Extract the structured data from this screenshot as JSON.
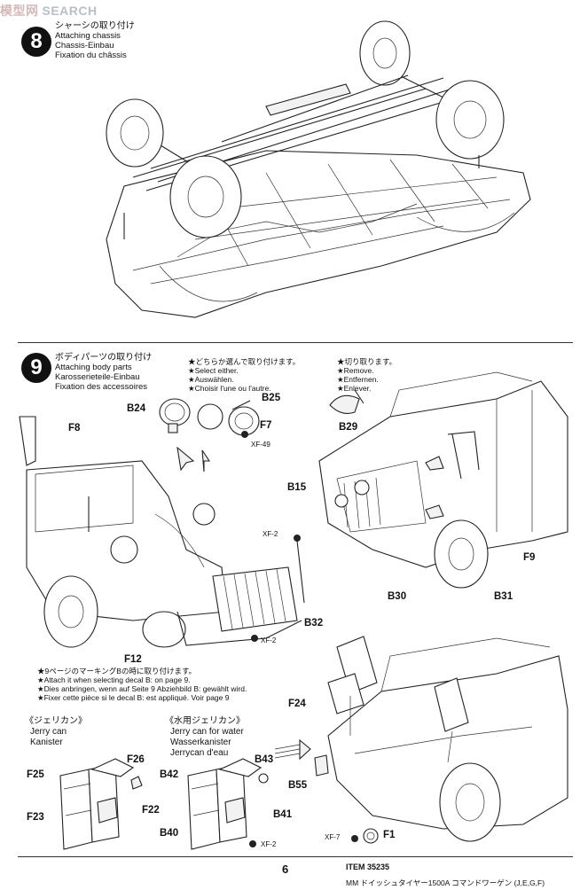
{
  "watermark": {
    "zh": "模型网",
    "en": "SEARCH"
  },
  "step8": {
    "number": "8",
    "title_jp": "シャーシの取り付け",
    "lines": [
      "Attaching chassis",
      "Chassis-Einbau",
      "Fixation du châssis"
    ]
  },
  "step9": {
    "number": "9",
    "title_jp": "ボディパーツの取り付け",
    "lines": [
      "Attaching body parts",
      "Karosserieteile-Einbau",
      "Fixation des accessoires"
    ],
    "select_note": [
      "★どちらか選んで取り付けます。",
      "★Select either.",
      "★Auswählen.",
      "★Choisir l'une ou l'autre."
    ],
    "remove_note": [
      "★切り取ります。",
      "★Remove.",
      "★Entfernen.",
      "★Enlever."
    ],
    "decal_note": [
      "★9ページのマーキングBの時に取り付けます。",
      "★Attach it when selecting decal B: on page 9.",
      "★Dies anbringen, wenn auf Seite 9 Abziehbild B: gewählt wird.",
      "★Fixer cette pièce si le decal B: est appliqué. Voir page 9"
    ],
    "parts": {
      "b24": "B24",
      "b25": "B25",
      "f7": "F7",
      "xf49": "XF-49",
      "f8": "F8",
      "xf2a": "XF-2",
      "xf2b": "XF-2",
      "b32": "B32",
      "f12": "F12",
      "b29": "B29",
      "b15": "B15",
      "f9": "F9",
      "b30": "B30",
      "b31": "B31"
    }
  },
  "jerry": {
    "title": [
      "《ジェリカン》",
      "Jerry can",
      "Kanister"
    ],
    "parts": {
      "f26": "F26",
      "f25": "F25",
      "f22": "F22",
      "f23": "F23"
    }
  },
  "water": {
    "title": [
      "《水用ジェリカン》",
      "Jerry can for water",
      "Wasserkanister",
      "Jerrycan d'eau"
    ],
    "parts": {
      "b43": "B43",
      "b42": "B42",
      "b41": "B41",
      "b40": "B40",
      "xf2": "XF-2"
    }
  },
  "assembly": {
    "parts": {
      "f24": "F24",
      "b55": "B55",
      "xf7": "XF-7",
      "f1": "F1"
    }
  },
  "footer": {
    "item": "ITEM 35235",
    "name": "MM ドイッシュタイヤー1500A コマンドワーゲン (J,E,G,F)",
    "page": "6"
  }
}
